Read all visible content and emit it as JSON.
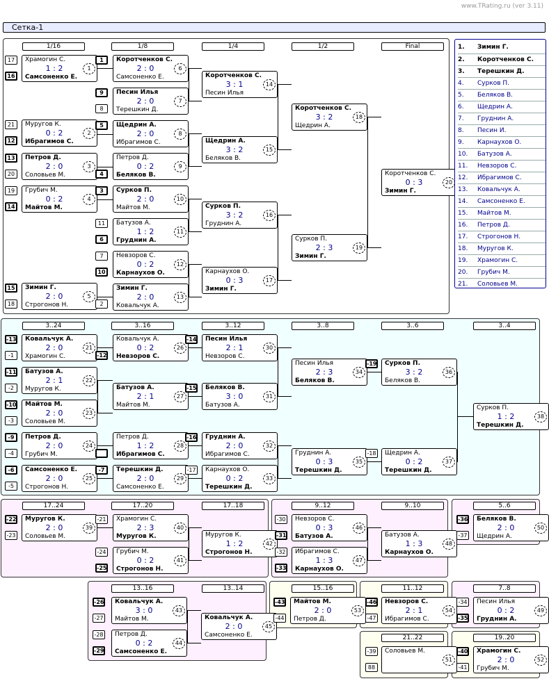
{
  "credit": "www.TRating.ru (ver 3.11)",
  "title": "Сетка-1",
  "rounds": {
    "r16": "1/16",
    "r8": "1/8",
    "r4": "1/4",
    "r2": "1/2",
    "fin": "Final",
    "l3_24": "3..24",
    "l3_16": "3..16",
    "l3_12": "3..12",
    "l3_8": "3..8",
    "l3_6": "3..6",
    "l3_4": "3..4",
    "l17_24": "17..24",
    "l17_20": "17..20",
    "l17_18": "17..18",
    "l9_12": "9..12",
    "l9_10": "9..10",
    "l5_6": "5..6",
    "l13_16": "13..16",
    "l13_14": "13..14",
    "l15_16": "15..16",
    "l11_12": "11..12",
    "l7_8": "7..8",
    "l21_22": "21..22",
    "l19_20": "19..20"
  },
  "matches": [
    {
      "id": "m1",
      "p1": "Храмогин С.",
      "p2": "Самсоненко Е.",
      "score": "1 : 2",
      "no": "1",
      "w": 2
    },
    {
      "id": "m2",
      "p1": "Муругов К.",
      "p2": "Ибрагимов С.",
      "score": "0 : 2",
      "no": "2",
      "w": 2
    },
    {
      "id": "m3",
      "p1": "Петров Д.",
      "p2": "Соловьев М.",
      "score": "2 : 0",
      "no": "3",
      "w": 1
    },
    {
      "id": "m4",
      "p1": "Грубич М.",
      "p2": "Майтов М.",
      "score": "0 : 2",
      "no": "4",
      "w": 2
    },
    {
      "id": "m5",
      "p1": "Зимин Г.",
      "p2": "Строгонов Н.",
      "score": "2 : 0",
      "no": "5",
      "w": 1
    },
    {
      "id": "m6",
      "p1": "Коротченков С.",
      "p2": "Самсоненко Е.",
      "score": "2 : 0",
      "no": "6",
      "w": 1
    },
    {
      "id": "m7",
      "p1": "Песин Илья",
      "p2": "Терешкин Д.",
      "score": "2 : 0",
      "no": "7",
      "w": 1
    },
    {
      "id": "m8",
      "p1": "Щедрин А.",
      "p2": "Ибрагимов С.",
      "score": "2 : 0",
      "no": "8",
      "w": 1
    },
    {
      "id": "m9",
      "p1": "Петров Д.",
      "p2": "Беляков В.",
      "score": "0 : 2",
      "no": "9",
      "w": 2
    },
    {
      "id": "m10",
      "p1": "Сурков П.",
      "p2": "Майтов М.",
      "score": "2 : 0",
      "no": "10",
      "w": 1
    },
    {
      "id": "m11",
      "p1": "Батузов А.",
      "p2": "Груднин А.",
      "score": "1 : 2",
      "no": "11",
      "w": 2
    },
    {
      "id": "m12",
      "p1": "Невзоров С.",
      "p2": "Карнаухов О.",
      "score": "0 : 2",
      "no": "12",
      "w": 2
    },
    {
      "id": "m13",
      "p1": "Зимин Г.",
      "p2": "Ковальчук А.",
      "score": "2 : 0",
      "no": "13",
      "w": 1
    },
    {
      "id": "m14",
      "p1": "Коротченков С.",
      "p2": "Песин Илья",
      "score": "3 : 1",
      "no": "14",
      "w": 1
    },
    {
      "id": "m15",
      "p1": "Щедрин А.",
      "p2": "Беляков В.",
      "score": "3 : 2",
      "no": "15",
      "w": 1
    },
    {
      "id": "m16",
      "p1": "Сурков П.",
      "p2": "Груднин А.",
      "score": "3 : 2",
      "no": "16",
      "w": 1
    },
    {
      "id": "m17",
      "p1": "Карнаухов О.",
      "p2": "Зимин Г.",
      "score": "0 : 3",
      "no": "17",
      "w": 2
    },
    {
      "id": "m18",
      "p1": "Коротченков С.",
      "p2": "Щедрин А.",
      "score": "3 : 2",
      "no": "18",
      "w": 1
    },
    {
      "id": "m19",
      "p1": "Сурков П.",
      "p2": "Зимин Г.",
      "score": "2 : 3",
      "no": "19",
      "w": 2
    },
    {
      "id": "m20",
      "p1": "Коротченков С.",
      "p2": "Зимин Г.",
      "score": "0 : 3",
      "no": "20",
      "w": 2
    },
    {
      "id": "m21",
      "p1": "Ковальчук А.",
      "p2": "Храмогин С.",
      "score": "2 : 0",
      "no": "21",
      "w": 1
    },
    {
      "id": "m22",
      "p1": "Батузов А.",
      "p2": "Муругов К.",
      "score": "2 : 1",
      "no": "22",
      "w": 1
    },
    {
      "id": "m23",
      "p1": "Майтов М.",
      "p2": "Соловьев М.",
      "score": "2 : 0",
      "no": "23",
      "w": 1
    },
    {
      "id": "m24",
      "p1": "Петров Д.",
      "p2": "Грубич М.",
      "score": "2 : 0",
      "no": "24",
      "w": 1
    },
    {
      "id": "m25",
      "p1": "Самсоненко Е.",
      "p2": "Строгонов Н.",
      "score": "2 : 0",
      "no": "25",
      "w": 1
    },
    {
      "id": "m26",
      "p1": "Ковальчук А.",
      "p2": "Невзоров С.",
      "score": "0 : 2",
      "no": "26",
      "w": 2
    },
    {
      "id": "m27",
      "p1": "Батузов А.",
      "p2": "Майтов М.",
      "score": "2 : 1",
      "no": "27",
      "w": 1
    },
    {
      "id": "m28",
      "p1": "Петров Д.",
      "p2": "Ибрагимов С.",
      "score": "1 : 2",
      "no": "28",
      "w": 2
    },
    {
      "id": "m29",
      "p1": "Терешкин Д.",
      "p2": "Самсоненко Е.",
      "score": "2 : 0",
      "no": "29",
      "w": 1
    },
    {
      "id": "m30",
      "p1": "Песин Илья",
      "p2": "Невзоров С.",
      "score": "2 : 1",
      "no": "30",
      "w": 1
    },
    {
      "id": "m31",
      "p1": "Беляков В.",
      "p2": "Батузов А.",
      "score": "3 : 0",
      "no": "31",
      "w": 1
    },
    {
      "id": "m32",
      "p1": "Груднин А.",
      "p2": "Ибрагимов С.",
      "score": "2 : 0",
      "no": "32",
      "w": 1
    },
    {
      "id": "m33",
      "p1": "Карнаухов О.",
      "p2": "Терешкин Д.",
      "score": "0 : 2",
      "no": "33",
      "w": 2
    },
    {
      "id": "m34",
      "p1": "Песин Илья",
      "p2": "Беляков В.",
      "score": "2 : 3",
      "no": "34",
      "w": 2
    },
    {
      "id": "m35",
      "p1": "Груднин А.",
      "p2": "Терешкин Д.",
      "score": "0 : 3",
      "no": "35",
      "w": 2
    },
    {
      "id": "m36",
      "p1": "Сурков П.",
      "p2": "Беляков В.",
      "score": "3 : 2",
      "no": "36",
      "w": 1
    },
    {
      "id": "m37",
      "p1": "Щедрин А.",
      "p2": "Терешкин Д.",
      "score": "0 : 2",
      "no": "37",
      "w": 2
    },
    {
      "id": "m38",
      "p1": "Сурков П.",
      "p2": "Терешкин Д.",
      "score": "1 : 2",
      "no": "38",
      "w": 2
    },
    {
      "id": "m39",
      "p1": "Муругов К.",
      "p2": "Соловьев М.",
      "score": "2 : 0",
      "no": "39",
      "w": 1
    },
    {
      "id": "m40",
      "p1": "Храмогин С.",
      "p2": "Муругов К.",
      "score": "2 : 3",
      "no": "40",
      "w": 2
    },
    {
      "id": "m41",
      "p1": "Грубич М.",
      "p2": "Строгонов Н.",
      "score": "0 : 2",
      "no": "41",
      "w": 2
    },
    {
      "id": "m42",
      "p1": "Муругов К.",
      "p2": "Строгонов Н.",
      "score": "1 : 2",
      "no": "42",
      "w": 2
    },
    {
      "id": "m46",
      "p1": "Невзоров С.",
      "p2": "Батузов А.",
      "score": "0 : 3",
      "no": "46",
      "w": 2
    },
    {
      "id": "m47",
      "p1": "Ибрагимов С.",
      "p2": "Карнаухов О.",
      "score": "1 : 3",
      "no": "47",
      "w": 2
    },
    {
      "id": "m48",
      "p1": "Батузов А.",
      "p2": "Карнаухов О.",
      "score": "1 : 3",
      "no": "48",
      "w": 2
    },
    {
      "id": "m50",
      "p1": "Беляков В.",
      "p2": "Щедрин А.",
      "score": "2 : 0",
      "no": "50",
      "w": 1
    },
    {
      "id": "m43",
      "p1": "Ковальчук А.",
      "p2": "Майтов М.",
      "score": "3 : 0",
      "no": "43",
      "w": 1
    },
    {
      "id": "m44",
      "p1": "Петров Д.",
      "p2": "Самсоненко Е.",
      "score": "0 : 2",
      "no": "44",
      "w": 2
    },
    {
      "id": "m45",
      "p1": "Ковальчук А.",
      "p2": "Самсоненко Е.",
      "score": "2 : 0",
      "no": "45",
      "w": 1
    },
    {
      "id": "m53",
      "p1": "Майтов М.",
      "p2": "Петров Д.",
      "score": "2 : 0",
      "no": "53",
      "w": 1
    },
    {
      "id": "m54",
      "p1": "Невзоров С.",
      "p2": "Ибрагимов С.",
      "score": "2 : 1",
      "no": "54",
      "w": 1
    },
    {
      "id": "m49",
      "p1": "Песин Илья",
      "p2": "Груднин А.",
      "score": "0 : 2",
      "no": "49",
      "w": 2
    },
    {
      "id": "m51",
      "p1": "Соловьев М.",
      "p2": "",
      "score": "",
      "no": "51",
      "w": 0
    },
    {
      "id": "m52",
      "p1": "Храмогин С.",
      "p2": "Грубич М.",
      "score": "2 : 0",
      "no": "52",
      "w": 1
    }
  ],
  "seeds": {
    "s17": "17",
    "s16": "16",
    "s21": "21",
    "s12": "12",
    "s13": "13",
    "s20": "20",
    "s19": "19",
    "s14": "14",
    "s15": "15",
    "s18": "18",
    "s1": "1",
    "s9": "9",
    "s8": "8",
    "s5": "5",
    "s4": "4",
    "s3": "3",
    "s11": "11",
    "s6": "6",
    "s7": "7",
    "s10": "10",
    "s2": "2",
    "l13": "-13",
    "l1": "-1",
    "l11": "-11",
    "l2": "-2",
    "l10": "-10",
    "l3": "-3",
    "l9": "-9",
    "l4": "-4",
    "l6": "-6",
    "l5": "-5",
    "l12": "-12",
    "l7": "-7",
    "l14": "-14",
    "l15": "-15",
    "l16": "-16",
    "l17": "-17",
    "l19": "-19",
    "l18": "-18",
    "l22": "-22",
    "l23": "-23",
    "l21": "-21",
    "l24": "-24",
    "l25": "-25",
    "l30": "-30",
    "l31": "-31",
    "l32": "-32",
    "l33": "-33",
    "l36": "-36",
    "l37": "-37",
    "l26": "-26",
    "l27": "-27",
    "l28": "-28",
    "l29": "-29",
    "l43": "-43",
    "l44": "-44",
    "l46": "-46",
    "l47": "-47",
    "l34": "-34",
    "l35": "-35",
    "l39": "-39",
    "s88": "88",
    "l40": "-40",
    "l41": "-41"
  },
  "ranking": [
    {
      "pos": "1.",
      "name": "Зимин Г."
    },
    {
      "pos": "2.",
      "name": "Коротченков С."
    },
    {
      "pos": "3.",
      "name": "Терешкин Д."
    },
    {
      "pos": "4.",
      "name": "Сурков П."
    },
    {
      "pos": "5.",
      "name": "Беляков В."
    },
    {
      "pos": "6.",
      "name": "Щедрин А."
    },
    {
      "pos": "7.",
      "name": "Груднин А."
    },
    {
      "pos": "8.",
      "name": "Песин И."
    },
    {
      "pos": "9.",
      "name": "Карнаухов О."
    },
    {
      "pos": "10.",
      "name": "Батузов А."
    },
    {
      "pos": "11.",
      "name": "Невзоров С."
    },
    {
      "pos": "12.",
      "name": "Ибрагимов С."
    },
    {
      "pos": "13.",
      "name": "Ковальчук А."
    },
    {
      "pos": "14.",
      "name": "Самсоненко Е."
    },
    {
      "pos": "15.",
      "name": "Майтов М."
    },
    {
      "pos": "16.",
      "name": "Петров Д."
    },
    {
      "pos": "17.",
      "name": "Строгонов Н."
    },
    {
      "pos": "18.",
      "name": "Муругов К."
    },
    {
      "pos": "19.",
      "name": "Храмогин С."
    },
    {
      "pos": "20.",
      "name": "Грубич М."
    },
    {
      "pos": "21.",
      "name": "Соловьев М."
    }
  ]
}
